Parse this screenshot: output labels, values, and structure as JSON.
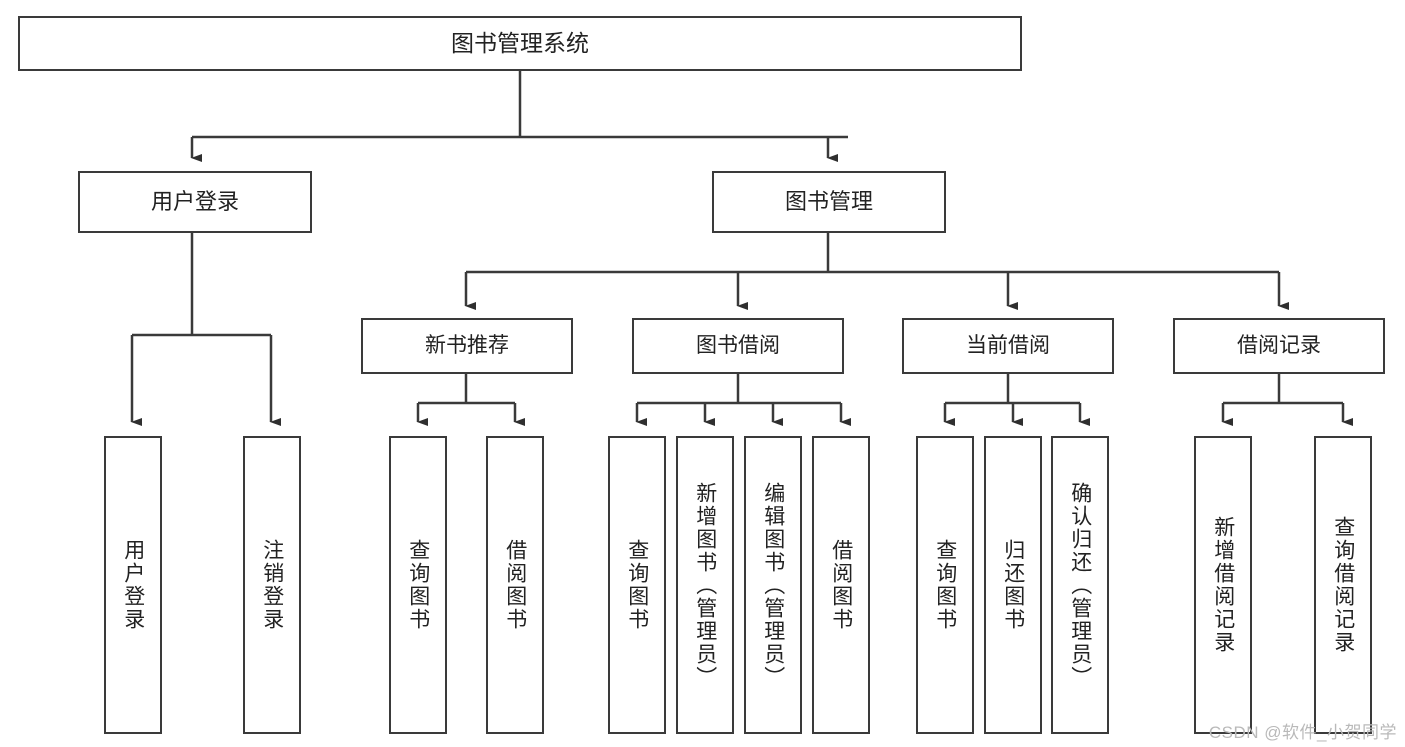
{
  "diagram": {
    "title": "图书管理系统",
    "type": "tree-hierarchy",
    "root": {
      "label": "图书管理系统"
    },
    "level2": [
      {
        "id": "user-login",
        "label": "用户登录"
      },
      {
        "id": "book-manage",
        "label": "图书管理"
      }
    ],
    "level3": [
      {
        "id": "new-book-recommend",
        "label": "新书推荐",
        "parent": "book-manage"
      },
      {
        "id": "book-borrow",
        "label": "图书借阅",
        "parent": "book-manage"
      },
      {
        "id": "current-borrow",
        "label": "当前借阅",
        "parent": "book-manage"
      },
      {
        "id": "borrow-record",
        "label": "借阅记录",
        "parent": "book-manage"
      }
    ],
    "leaves": [
      {
        "id": "leaf-user-login",
        "label": "用户登录",
        "parent": "user-login"
      },
      {
        "id": "leaf-user-logout",
        "label": "注销登录",
        "parent": "user-login"
      },
      {
        "id": "leaf-query-book-1",
        "label": "查询图书",
        "parent": "new-book-recommend"
      },
      {
        "id": "leaf-borrow-book-1",
        "label": "借阅图书",
        "parent": "new-book-recommend"
      },
      {
        "id": "leaf-query-book-2",
        "label": "查询图书",
        "parent": "book-borrow"
      },
      {
        "id": "leaf-add-book",
        "label": "新增图书（管理员）",
        "parent": "book-borrow"
      },
      {
        "id": "leaf-edit-book",
        "label": "编辑图书（管理员）",
        "parent": "book-borrow"
      },
      {
        "id": "leaf-borrow-book-2",
        "label": "借阅图书",
        "parent": "book-borrow"
      },
      {
        "id": "leaf-query-book-3",
        "label": "查询图书",
        "parent": "current-borrow"
      },
      {
        "id": "leaf-return-book",
        "label": "归还图书",
        "parent": "current-borrow"
      },
      {
        "id": "leaf-confirm-return",
        "label": "确认归还（管理员）",
        "parent": "current-borrow"
      },
      {
        "id": "leaf-add-record",
        "label": "新增借阅记录",
        "parent": "borrow-record"
      },
      {
        "id": "leaf-query-record",
        "label": "查询借阅记录",
        "parent": "borrow-record"
      }
    ],
    "watermark": "CSDN @软件_小贺同学",
    "colors": {
      "stroke": "#3a3a3a",
      "background": "#ffffff",
      "text": "#222222",
      "watermark": "#b9b9b9"
    }
  }
}
